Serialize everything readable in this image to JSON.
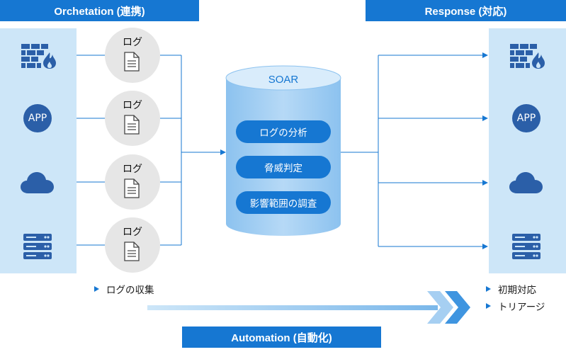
{
  "header_left": "Orchetation (連携)",
  "header_right": "Response (対応)",
  "footer": "Automation (自動化)",
  "app_label": "APP",
  "log_label": "ログ",
  "soar": {
    "title": "SOAR",
    "functions": [
      "ログの分析",
      "脅威判定",
      "影響範囲の調査"
    ]
  },
  "bullets_left": [
    "ログの収集"
  ],
  "bullets_right": [
    "初期対応",
    "トリアージ"
  ],
  "sources": [
    "firewall-icon",
    "app-icon",
    "cloud-icon",
    "server-icon"
  ],
  "colors": {
    "accent": "#1677d2",
    "panel": "#cde6f8",
    "icon": "#2b5fa8",
    "log_circle": "#e6e6e6"
  }
}
